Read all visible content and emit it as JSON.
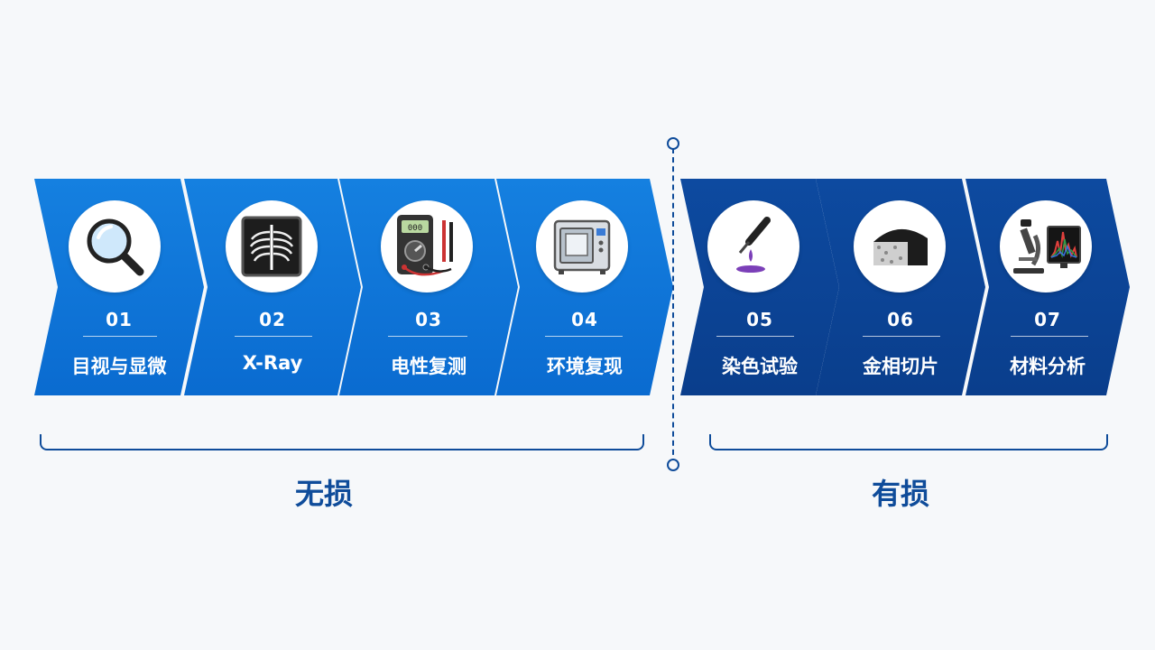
{
  "steps": [
    {
      "num": "01",
      "label": "目视与显微",
      "icon": "magnifier-icon"
    },
    {
      "num": "02",
      "label": "X-Ray",
      "icon": "xray-chest-icon"
    },
    {
      "num": "03",
      "label": "电性复测",
      "icon": "multimeter-icon"
    },
    {
      "num": "04",
      "label": "环境复现",
      "icon": "environmental-chamber-icon"
    },
    {
      "num": "05",
      "label": "染色试验",
      "icon": "dropper-dye-icon"
    },
    {
      "num": "06",
      "label": "金相切片",
      "icon": "cross-section-sample-icon"
    },
    {
      "num": "07",
      "label": "材料分析",
      "icon": "microscope-spectrum-icon"
    }
  ],
  "groups": {
    "nondestructive": "无损",
    "destructive": "有损"
  },
  "colors": {
    "light_blue": "#0a6bd0",
    "dark_blue": "#0a3e8c",
    "navy_text": "#0f4c9a"
  }
}
